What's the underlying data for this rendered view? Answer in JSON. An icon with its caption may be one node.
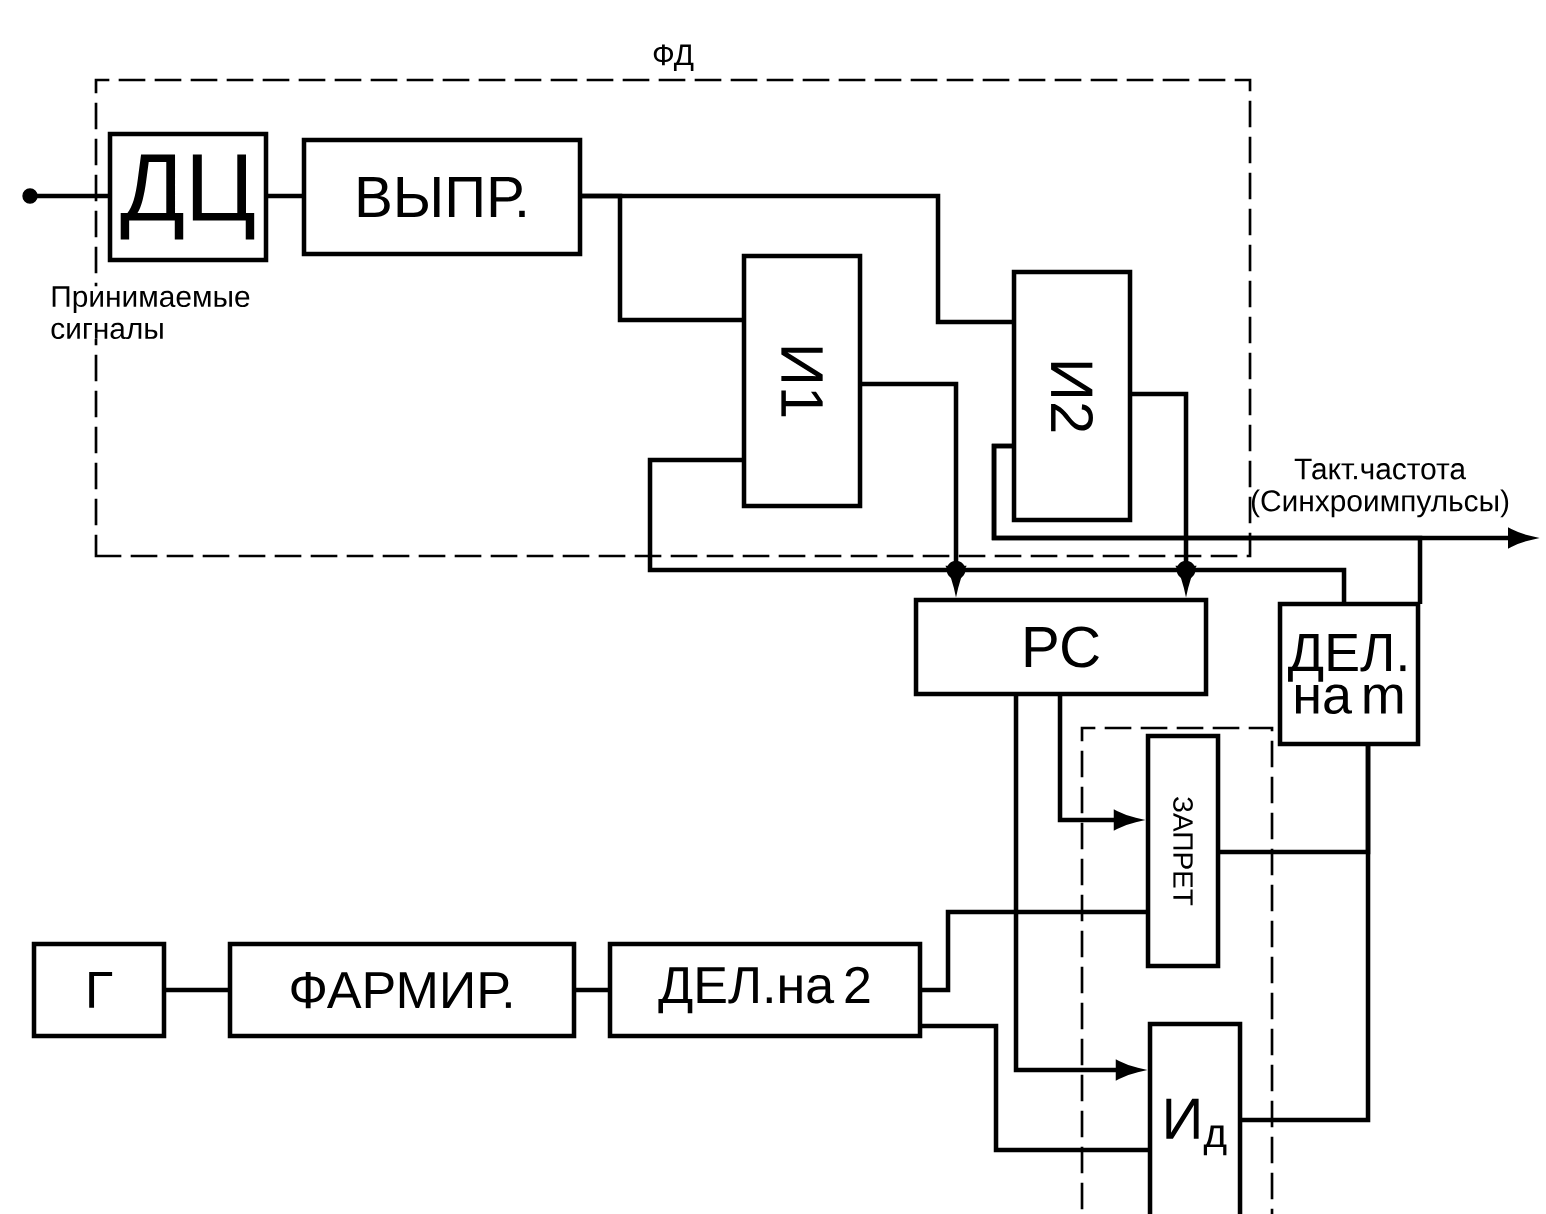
{
  "diagram": {
    "nodes": [
      {
        "text": [
          "ФД"
        ]
      },
      {
        "text": [],
        "shape": "circle"
      },
      {
        "text": [
          "ДЦ"
        ],
        "in": 0
      },
      {
        "text": [
          "ВЫПР."
        ],
        "in": 0
      },
      {
        "text": [
          "И1"
        ],
        "in": 0
      },
      {
        "text": [
          "И2"
        ],
        "in": 0
      },
      {
        "text": [
          "РС"
        ]
      },
      {
        "text": [
          "ДЕЛ. на m"
        ]
      },
      {
        "text": [],
        "shape": "box"
      },
      {
        "text": [
          "ЗАПРЕТ"
        ],
        "in": 8
      },
      {
        "text": [
          "Г"
        ]
      },
      {
        "text": [
          "ФАРМИР."
        ]
      },
      {
        "text": [
          "ДЕЛ.на 2"
        ]
      },
      {
        "text": [
          "И$_{д}$"
        ],
        "in": 8
      }
    ],
    "edges": [
      {
        "from": 1,
        "to": 2,
        "arrow": "none"
      },
      {
        "from": 2,
        "to": 3,
        "arrow": "none"
      },
      {
        "from": 3,
        "to": 4,
        "arrow": "none"
      },
      {
        "from": 3,
        "to": 5,
        "arrow": "none"
      },
      {
        "from": 4,
        "to": 6,
        "arrow": "to"
      },
      {
        "from": 5,
        "to": 6,
        "arrow": "to"
      },
      {
        "from": 4,
        "to": 7,
        "arrow": "none"
      },
      {
        "from": 5,
        "to": null,
        "arrow": "to",
        "label": "Такт.частота (Синхроимпульсы)"
      },
      {
        "from": 5,
        "to": 7,
        "arrow": "none"
      },
      {
        "from": 6,
        "to": 9,
        "arrow": "to"
      },
      {
        "from": 6,
        "to": 13,
        "arrow": "to"
      },
      {
        "from": 12,
        "to": 9,
        "arrow": "none"
      },
      {
        "from": 12,
        "to": 13,
        "arrow": "none"
      },
      {
        "from": 9,
        "to": 7,
        "arrow": "none"
      },
      {
        "from": 13,
        "to": 7,
        "arrow": "none"
      },
      {
        "from": 10,
        "to": 11,
        "arrow": "none"
      },
      {
        "from": 11,
        "to": 12,
        "arrow": "none"
      }
    ],
    "labels": [
      "Принимаемые сигналы"
    ]
  }
}
